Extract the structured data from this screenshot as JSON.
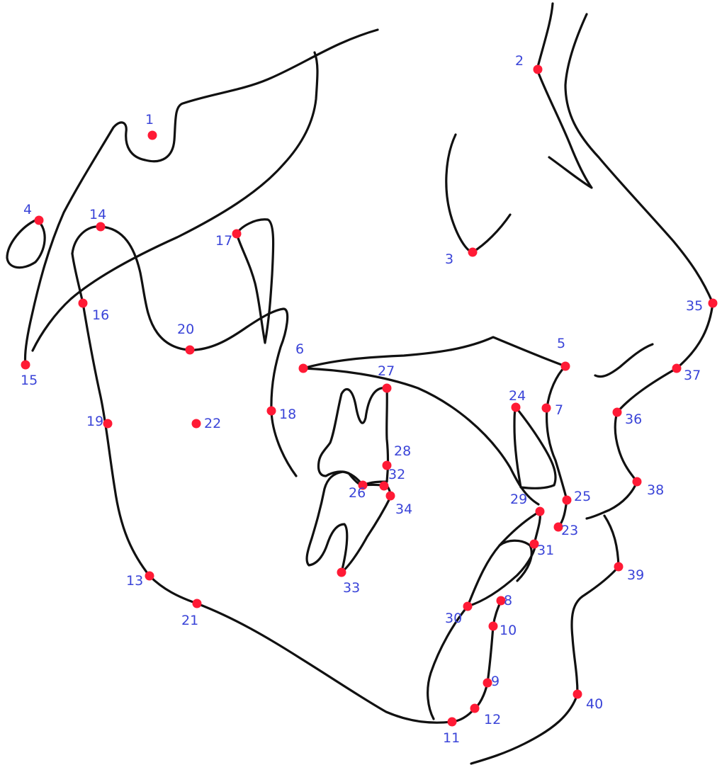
{
  "diagram": {
    "colors": {
      "outline": "#111111",
      "landmark": "#ff1a35",
      "label": "#3a44d8",
      "background": "#ffffff"
    },
    "landmarks": [
      {
        "id": "1",
        "label": "1"
      },
      {
        "id": "2",
        "label": "2"
      },
      {
        "id": "3",
        "label": "3"
      },
      {
        "id": "4",
        "label": "4"
      },
      {
        "id": "5",
        "label": "5"
      },
      {
        "id": "6",
        "label": "6"
      },
      {
        "id": "7",
        "label": "7"
      },
      {
        "id": "8",
        "label": "8"
      },
      {
        "id": "9",
        "label": "9"
      },
      {
        "id": "10",
        "label": "10"
      },
      {
        "id": "11",
        "label": "11"
      },
      {
        "id": "12",
        "label": "12"
      },
      {
        "id": "13",
        "label": "13"
      },
      {
        "id": "14",
        "label": "14"
      },
      {
        "id": "15",
        "label": "15"
      },
      {
        "id": "16",
        "label": "16"
      },
      {
        "id": "17",
        "label": "17"
      },
      {
        "id": "18",
        "label": "18"
      },
      {
        "id": "19",
        "label": "19"
      },
      {
        "id": "20",
        "label": "20"
      },
      {
        "id": "21",
        "label": "21"
      },
      {
        "id": "22",
        "label": "22"
      },
      {
        "id": "23",
        "label": "23"
      },
      {
        "id": "24",
        "label": "24"
      },
      {
        "id": "25",
        "label": "25"
      },
      {
        "id": "26",
        "label": "26"
      },
      {
        "id": "27",
        "label": "27"
      },
      {
        "id": "28",
        "label": "28"
      },
      {
        "id": "29",
        "label": "29"
      },
      {
        "id": "30",
        "label": "30"
      },
      {
        "id": "31",
        "label": "31"
      },
      {
        "id": "32",
        "label": "32"
      },
      {
        "id": "33",
        "label": "33"
      },
      {
        "id": "34",
        "label": "34"
      },
      {
        "id": "35",
        "label": "35"
      },
      {
        "id": "36",
        "label": "36"
      },
      {
        "id": "37",
        "label": "37"
      },
      {
        "id": "38",
        "label": "38"
      },
      {
        "id": "39",
        "label": "39"
      },
      {
        "id": "40",
        "label": "40"
      }
    ]
  }
}
